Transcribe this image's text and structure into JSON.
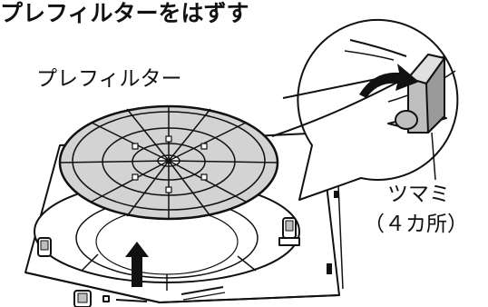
{
  "heading": "プレフィルターをはずす",
  "labels": {
    "prefilter": "プレフィルター",
    "knob": "ツマミ",
    "knob_count": "（４カ所）"
  },
  "colors": {
    "line": "#111111",
    "filter_fill": "#d3d3d3",
    "frame_fill": "#ffffff",
    "tab_shade": "#bfbfbf"
  },
  "icons": {
    "arrow_up": "up-arrow-icon",
    "arrow_curve": "curved-arrow-icon"
  }
}
